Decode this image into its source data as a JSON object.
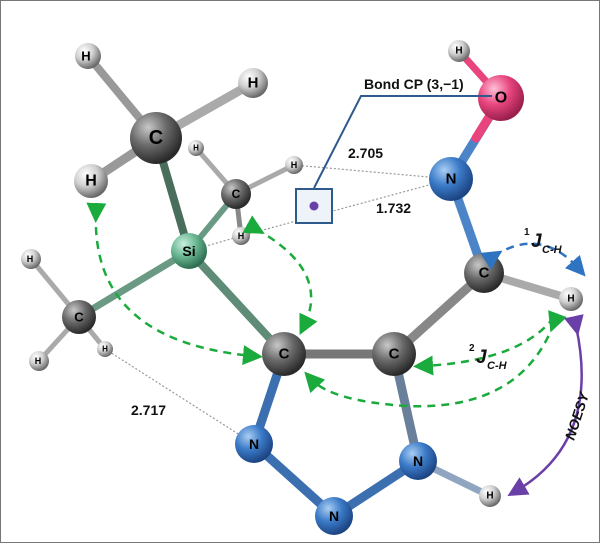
{
  "atoms": {
    "H": "H",
    "C": "C",
    "Si": "Si",
    "N": "N",
    "O": "O"
  },
  "labels": {
    "bond_cp": "Bond CP (3,−1)",
    "dist_1": "2.705",
    "dist_2": "1.732",
    "dist_3": "2.717",
    "j1_sup": "1",
    "j2_sup": "2",
    "j_letter": "J",
    "j_sub": "C-H",
    "noesy": "NOESY"
  },
  "colors": {
    "green_arrow": "#1aab3c",
    "blue_arrow": "#2f74c0",
    "purple_arrow": "#6b3fa8",
    "cp_box": "#2e5a8c"
  }
}
